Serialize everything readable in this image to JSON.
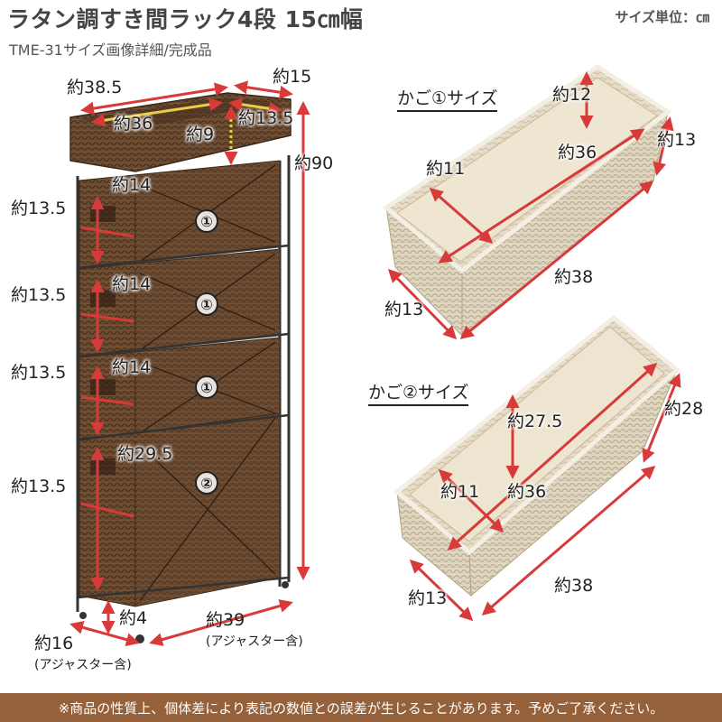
{
  "header": {
    "title": "ラタン調すき間ラック4段 15㎝幅",
    "unit": "サイズ単位：㎝",
    "subtitle": "TME-31サイズ画像詳細/完成品"
  },
  "rack": {
    "width_outer": "約38.5",
    "depth_top": "約15",
    "width_inner": "約36",
    "depth_inner": "約13.5",
    "top_inner_height": "約9",
    "height_total": "約90",
    "drawer1_depth": "約14",
    "drawer2_depth": "約14",
    "drawer3_depth": "約14",
    "drawer4_depth": "約29.5",
    "drawer1_height": "約13.5",
    "drawer2_height": "約13.5",
    "drawer3_height": "約13.5",
    "drawer4_height": "約13.5",
    "leg_height": "約4",
    "base_depth": "約16",
    "base_depth_note": "(アジャスター含)",
    "base_width": "約39",
    "base_width_note": "(アジャスター含)",
    "badges": [
      "①",
      "①",
      "①",
      "②"
    ]
  },
  "basket1": {
    "heading": "かご①サイズ",
    "inner_height": "約12",
    "inner_length": "約36",
    "inner_width": "約11",
    "outer_height": "約13",
    "outer_length": "約38",
    "outer_width": "約13"
  },
  "basket2": {
    "heading": "かご②サイズ",
    "inner_height": "約27.5",
    "inner_length": "約36",
    "inner_width": "約11",
    "outer_height": "約28",
    "outer_length": "約38",
    "outer_width": "約13"
  },
  "footer": {
    "note": "※商品の性質上、個体差により表記の数値との誤差が生じることがあります。予めご了承ください。"
  },
  "colors": {
    "rattan_dark": "#5a3e28",
    "rattan_mid": "#7a583c",
    "rattan_light": "#e8ddc8",
    "arrow": "#d83a3a",
    "guide": "#e8d040",
    "footer_bg": "#95613a"
  }
}
